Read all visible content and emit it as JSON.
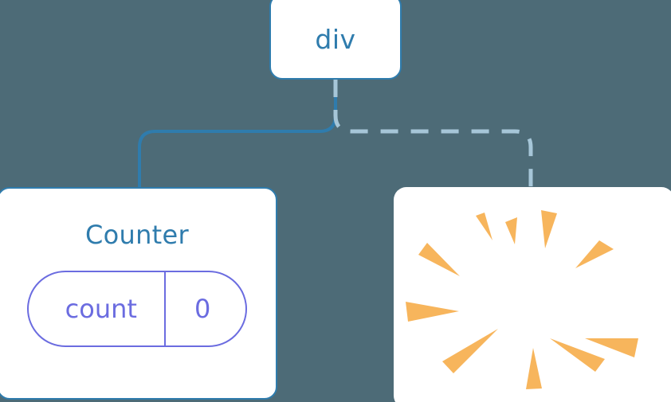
{
  "diagram": {
    "type": "component-tree",
    "background_color": "#4d6b77",
    "accent_color": "#2f7cad",
    "state_color": "#6b6ce0",
    "spark_color": "#f7b55c",
    "nodes": [
      {
        "id": "div",
        "label": "div",
        "kind": "dom-element",
        "border_color": "#2f7cad",
        "text_color": "#2f7cad"
      },
      {
        "id": "counter",
        "label": "Counter",
        "kind": "component",
        "border_color": "#2f7cad",
        "text_color": "#2f7cad",
        "state": {
          "key": "count",
          "value": "0"
        }
      },
      {
        "id": "sparkle",
        "label": "",
        "kind": "highlight",
        "spark_color": "#f7b55c",
        "spike_count": 10
      }
    ],
    "edges": [
      {
        "id": "div-to-counter",
        "from": "div",
        "to": "counter",
        "style": "solid",
        "color": "#2f7cad"
      },
      {
        "id": "div-to-sparkle",
        "from": "div",
        "to": "sparkle",
        "style": "dashed",
        "color": "#a6c6d8"
      }
    ]
  }
}
